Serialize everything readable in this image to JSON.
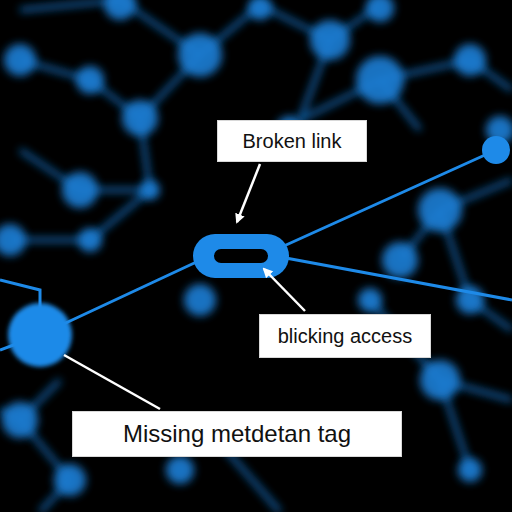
{
  "diagram": {
    "nodes": [
      {
        "text": [
          "Broken link"
        ]
      },
      {
        "text": [
          "blicking access"
        ]
      },
      {
        "text": [
          "Missing metdetan tag"
        ]
      }
    ]
  }
}
